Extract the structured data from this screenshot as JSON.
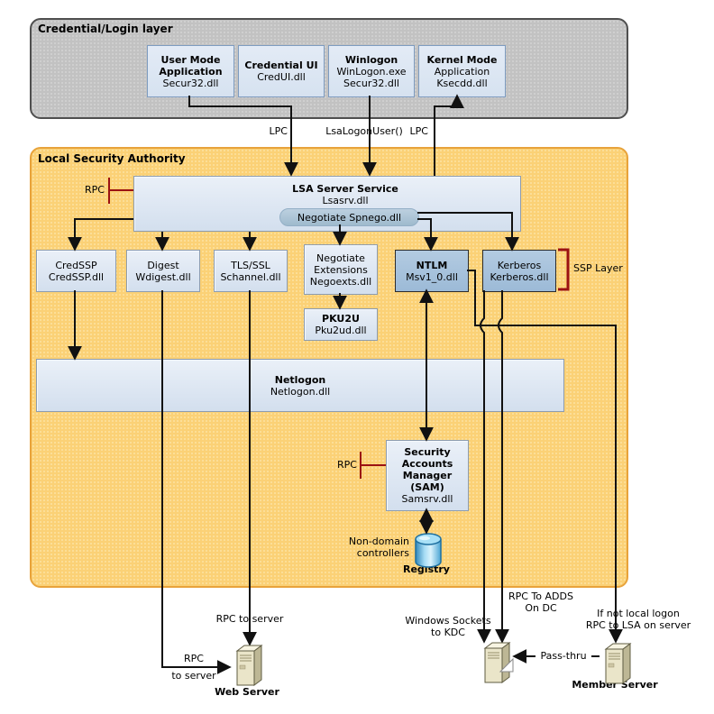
{
  "credential_layer": {
    "title": "Credential/Login layer",
    "user_mode_app": {
      "l1": "User Mode",
      "l2": "Application",
      "l3": "Secur32.dll"
    },
    "credential_ui": {
      "l1": "Credential UI",
      "l2": "CredUI.dll"
    },
    "winlogon": {
      "l1": "Winlogon",
      "l2": "WinLogon.exe",
      "l3": "Secur32.dll"
    },
    "kernel_mode": {
      "l1": "Kernel Mode",
      "l2": "Application",
      "l3": "Ksecdd.dll"
    }
  },
  "lsa": {
    "title": "Local Security Authority",
    "server_service": {
      "l1": "LSA Server Service",
      "l2": "Lsasrv.dll"
    },
    "negotiate_pill": "Negotiate Spnego.dll",
    "credssp": {
      "l1": "CredSSP",
      "l2": "CredSSP.dll"
    },
    "digest": {
      "l1": "Digest",
      "l2": "Wdigest.dll"
    },
    "tls_ssl": {
      "l1": "TLS/SSL",
      "l2": "Schannel.dll"
    },
    "negotiate_ext": {
      "l1": "Negotiate",
      "l2": "Extensions",
      "l3": "Negoexts.dll"
    },
    "pku2u": {
      "l1": "PKU2U",
      "l2": "Pku2ud.dll"
    },
    "ntlm": {
      "l1": "NTLM",
      "l2": "Msv1_0.dll"
    },
    "kerberos": {
      "l1": "Kerberos",
      "l2": "Kerberos.dll"
    },
    "ssp_layer": "SSP Layer",
    "netlogon": {
      "l1": "Netlogon",
      "l2": "Netlogon.dll"
    },
    "sam": {
      "l1": "Security",
      "l2": "Accounts",
      "l3": "Manager",
      "l4": "(SAM)",
      "l5": "Samsrv.dll"
    },
    "non_domain": {
      "l1": "Non-domain",
      "l2": "controllers"
    },
    "registry": "Registry"
  },
  "connectors": {
    "lpc_left": "LPC",
    "lsalogonuser": "LsaLogonUser()",
    "lpc_right": "LPC",
    "rpc_lsa": "RPC",
    "rpc_sam": "RPC",
    "rpc_to_server_vertical": "RPC to server",
    "rpc_to_server_elbow": {
      "l1": "RPC",
      "l2": "to server"
    },
    "windows_sockets": {
      "l1": "Windows Sockets",
      "l2": "to KDC"
    },
    "rpc_adds": {
      "l1": "RPC To ADDS",
      "l2": "On DC"
    },
    "if_not_local": {
      "l1": "If not local logon",
      "l2": "RPC to LSA  on server"
    },
    "pass_thru": "Pass-thru"
  },
  "external": {
    "web_server": "Web Server",
    "member_server": "Member Server"
  },
  "colors": {
    "line": "#111111",
    "accent_red": "#9b1212",
    "yellow_fill": "#fbd176",
    "yellow_border": "#e8a33b",
    "gray_fill": "#c2c2c2",
    "box_blue": "#d9e3f0",
    "dark_blue": "#a5c1da"
  }
}
